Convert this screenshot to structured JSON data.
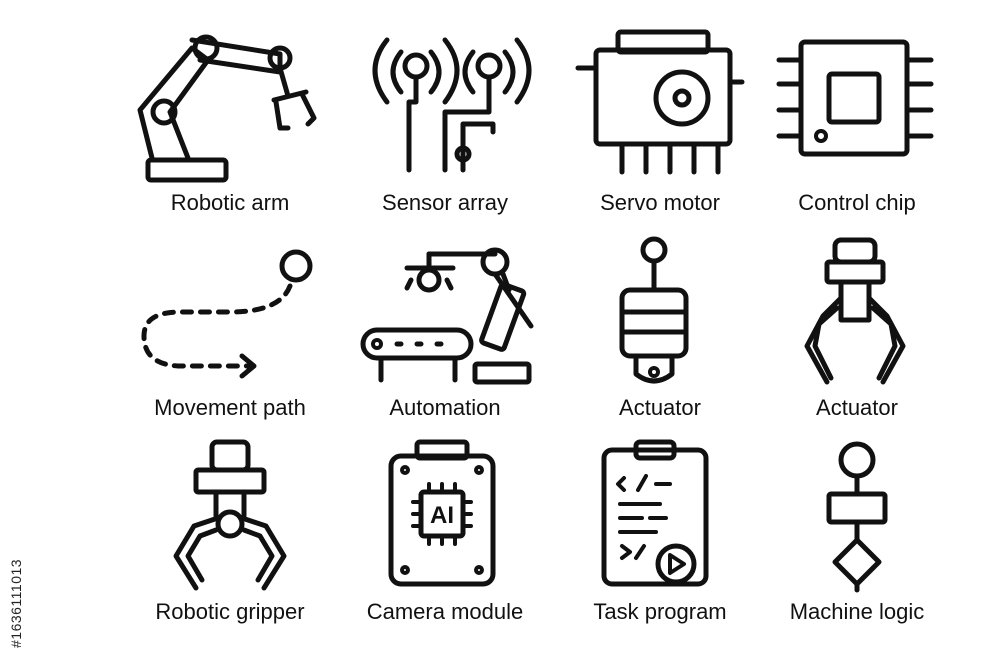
{
  "icons": [
    {
      "label": "Robotic arm",
      "icon": "robotic-arm-icon"
    },
    {
      "label": "Sensor array",
      "icon": "sensor-array-icon"
    },
    {
      "label": "Servo motor",
      "icon": "servo-motor-icon"
    },
    {
      "label": "Control chip",
      "icon": "control-chip-icon"
    },
    {
      "label": "Movement path",
      "icon": "movement-path-icon"
    },
    {
      "label": "Automation",
      "icon": "automation-icon"
    },
    {
      "label": "Actuator",
      "icon": "actuator-icon"
    },
    {
      "label": "Actuator",
      "icon": "gripper-actuator-icon"
    },
    {
      "label": "Robotic gripper",
      "icon": "robotic-gripper-icon"
    },
    {
      "label": "Camera module",
      "icon": "camera-module-icon"
    },
    {
      "label": "Task program",
      "icon": "task-program-icon"
    },
    {
      "label": "Machine logic",
      "icon": "machine-logic-icon"
    }
  ],
  "chip_text": "AI",
  "stock_id": "#1636111013",
  "colors": {
    "stroke": "#111111",
    "background": "#ffffff"
  }
}
